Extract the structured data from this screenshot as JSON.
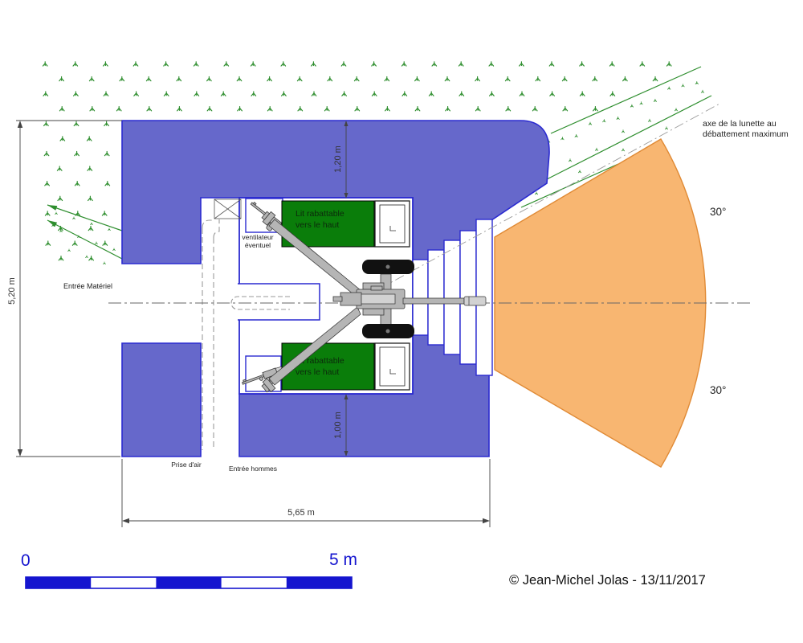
{
  "drawing": {
    "labels": {
      "entree_materiel": "Entrée Matériel",
      "ventilateur_l1": "ventilateur",
      "ventilateur_l2": "éventuel",
      "prise_dair": "Prise d'air",
      "entree_hommes": "Entrée hommes",
      "axe_l1": "axe de la lunette au",
      "axe_l2": "débattement maximum",
      "angle_top": "30°",
      "angle_bottom": "30°",
      "bed_l1": "Lit rabattable",
      "bed_l2": "vers le haut"
    },
    "dimensions": {
      "total_height": "5,20 m",
      "wall_top_thickness": "1,20 m",
      "wall_bottom_thickness": "1,00 m",
      "total_width": "5,65 m"
    },
    "scale_bar": {
      "start_label": "0",
      "end_label": "5 m"
    },
    "credit": "© Jean-Michel Jolas - 13/11/2017",
    "colors": {
      "wall_blue": "#6668cb",
      "wall_border_blue": "#2a2ad0",
      "bed_green": "#0a7d0a",
      "fan_orange": "#f8b671",
      "fan_border_orange": "#e08a35",
      "grass_green": "#2e8e2e",
      "scale_blue": "#1515cf"
    }
  }
}
